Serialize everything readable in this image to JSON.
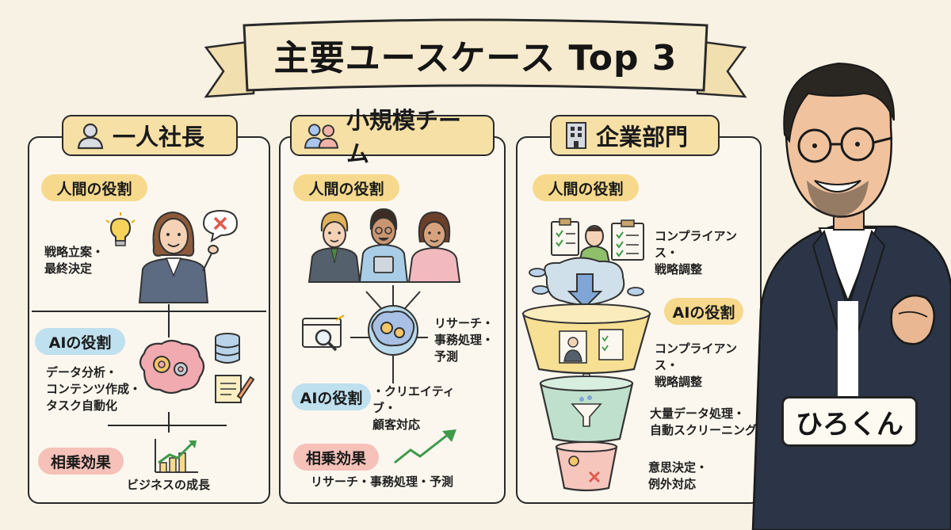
{
  "title": "主要ユースケース Top 3",
  "panels": [
    {
      "header": "一人社長",
      "human_role_label": "人間の役割",
      "human_role_text": "戦略立案・\n最終決定",
      "ai_role_label": "AIの役割",
      "ai_role_text": "データ分析・\nコンテンツ作成・\nタスク自動化",
      "synergy_label": "相乗効果",
      "synergy_text": "ビジネスの成長"
    },
    {
      "header": "小規模チーム",
      "human_role_label": "人間の役割",
      "center_text": "リサーチ・\n事務処理・\n予測",
      "ai_role_label": "AIの役割",
      "ai_role_text": "・クリエイティブ・\n顧客対応",
      "synergy_label": "相乗効果",
      "synergy_text": "リサーチ・事務処理・予測"
    },
    {
      "header": "企業部門",
      "human_role_label": "人間の役割",
      "human_role_text": "コンプライアンス・\n戦略調整",
      "ai_role_label": "AIの役割",
      "ai_role_text": "コンプライアンス・\n戦略調整",
      "data_text": "大量データ処理・\n自動スクリーニング",
      "decision_text": "意思決定・\n例外対応"
    }
  ],
  "presenter_name": "ひろくん",
  "icons": [
    "person-icon",
    "team-icon",
    "building-icon",
    "lightbulb-icon",
    "cross-mark-icon",
    "brain-gears-icon",
    "database-icon",
    "document-pen-icon",
    "growth-chart-icon",
    "browser-search-icon",
    "trend-arrow-icon",
    "checklist-icon",
    "funnel-icon",
    "down-arrow-icon"
  ],
  "colors": {
    "background": "#f8f2e4",
    "header_fill": "#f7e0a6",
    "human_pill": "#f6d98d",
    "ai_pill": "#bfe0ee",
    "synergy_pill": "#f5c1b8",
    "funnel_yellow": "#f7df93",
    "funnel_green": "#bfe0cc",
    "funnel_pink": "#f6c6bd",
    "suit": "#2b3547"
  }
}
